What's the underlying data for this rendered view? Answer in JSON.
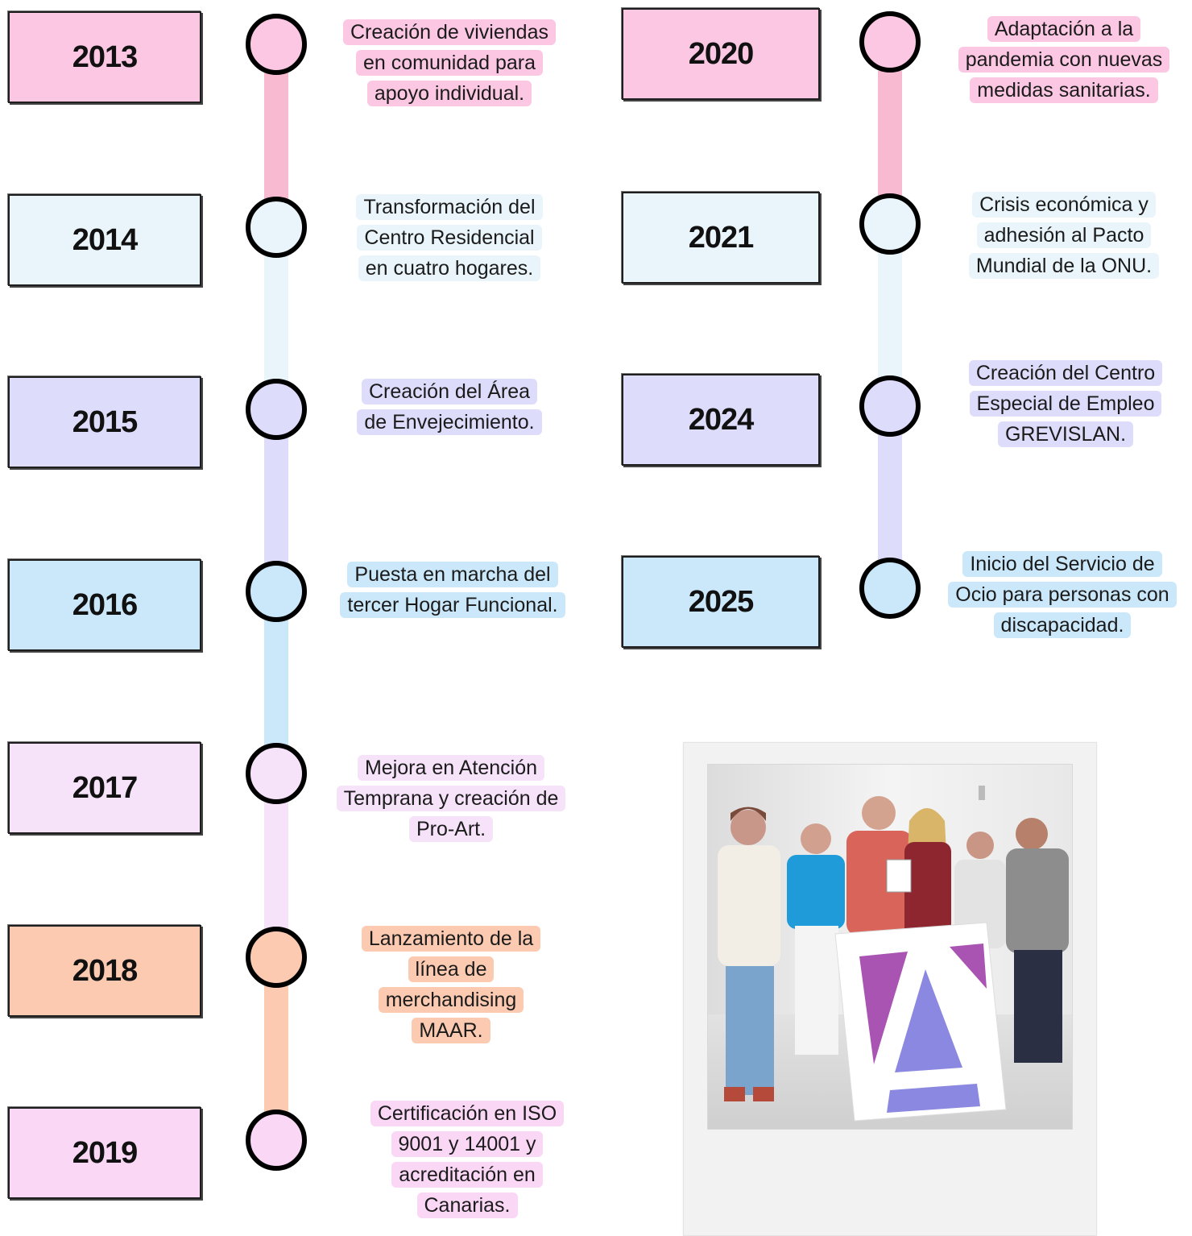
{
  "colors": {
    "pink": "#fbc7e3",
    "pink_rail": "#f8bad0",
    "light_blue": "#e9f5fb",
    "lavender": "#dedcfb",
    "sky": "#cbe8fb",
    "light_lilac": "#f6e2f9",
    "peach": "#fbcab1",
    "light_pink": "#fbd7f6",
    "node_border": "#000000"
  },
  "timeline": [
    {
      "year": "2013",
      "color": "#fbc7e3",
      "lines": [
        "Creación de viviendas",
        "en comunidad para",
        "apoyo individual."
      ]
    },
    {
      "year": "2014",
      "color": "#e9f5fb",
      "lines": [
        "Transformación del",
        "Centro Residencial",
        "en cuatro hogares."
      ]
    },
    {
      "year": "2015",
      "color": "#dedcfb",
      "lines": [
        "Creación del Área",
        "de Envejecimiento."
      ]
    },
    {
      "year": "2016",
      "color": "#cbe8fb",
      "lines": [
        "Puesta en marcha del",
        "tercer Hogar Funcional."
      ]
    },
    {
      "year": "2017",
      "color": "#f6e2f9",
      "lines": [
        "Mejora en Atención",
        "Temprana y creación de",
        "Pro-Art."
      ]
    },
    {
      "year": "2018",
      "color": "#fbcab1",
      "lines": [
        "Lanzamiento de la",
        "línea de",
        "merchandising",
        "MAAR."
      ]
    },
    {
      "year": "2019",
      "color": "#fbd7f6",
      "lines": [
        "Certificación en ISO",
        "9001 y 14001 y",
        "acreditación en",
        "Canarias."
      ]
    },
    {
      "year": "2020",
      "color": "#fbc7e3",
      "lines": [
        "Adaptación a la",
        "pandemia con nuevas",
        "medidas sanitarias."
      ]
    },
    {
      "year": "2021",
      "color": "#e9f5fb",
      "lines": [
        "Crisis económica y",
        "adhesión al Pacto",
        "Mundial de la ONU."
      ]
    },
    {
      "year": "2024",
      "color": "#dedcfb",
      "lines": [
        "Creación del Centro",
        "Especial de Empleo",
        "GREVISLAN."
      ]
    },
    {
      "year": "2025",
      "color": "#cbe8fb",
      "lines": [
        "Inicio del Servicio de",
        "Ocio para personas con",
        "discapacidad."
      ]
    }
  ]
}
